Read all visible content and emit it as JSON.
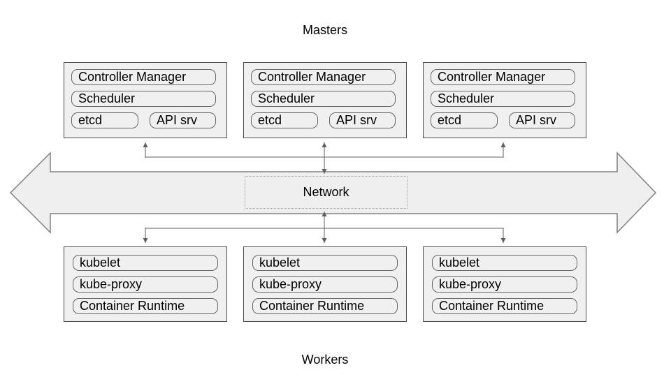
{
  "labels": {
    "masters_group": "Masters",
    "workers_group": "Workers"
  },
  "network": {
    "label": "Network"
  },
  "master_components": [
    "Controller Manager",
    "Scheduler",
    "etcd",
    "API srv"
  ],
  "worker_components": [
    "kubelet",
    "kube-proxy",
    "Container Runtime"
  ],
  "colors": {
    "node_fill": "#f0f0f0",
    "node_border": "#4d4d4d",
    "item_border": "#666666",
    "bus_arrow_fill": "#efefef",
    "bus_arrow_border": "#808080",
    "network_border": "#9e9e9e",
    "connector": "#5f5f5f",
    "text": "#000000",
    "background": "#ffffff"
  }
}
